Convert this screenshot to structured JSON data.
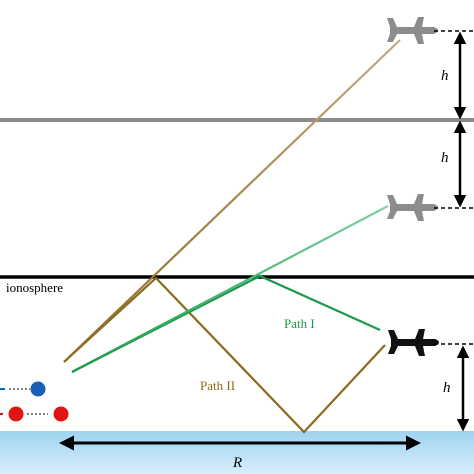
{
  "labels": {
    "layer": "ionosphere",
    "path_one": "Path I",
    "path_two": "Path II",
    "height_symbol": "h",
    "range_symbol": "R"
  },
  "icons": {
    "aircraft": "jet-aircraft-icon",
    "array_element": "antenna-element-icon"
  },
  "colors": {
    "path_two": "#8a6a1e",
    "path_two_faded": "#c2ab84",
    "path_one": "#1a9a4a",
    "path_one_faded": "#7fd1a2",
    "ionosphere_line": "#000000",
    "upper_layer_line": "#8c8c8c",
    "aircraft_real": "#111111",
    "aircraft_image": "#8c8c8c",
    "ground_top": "#9fd3f0",
    "ground_bottom": "#d6eefb",
    "element_red": "#e01414",
    "element_blue": "#1a5fb4"
  }
}
